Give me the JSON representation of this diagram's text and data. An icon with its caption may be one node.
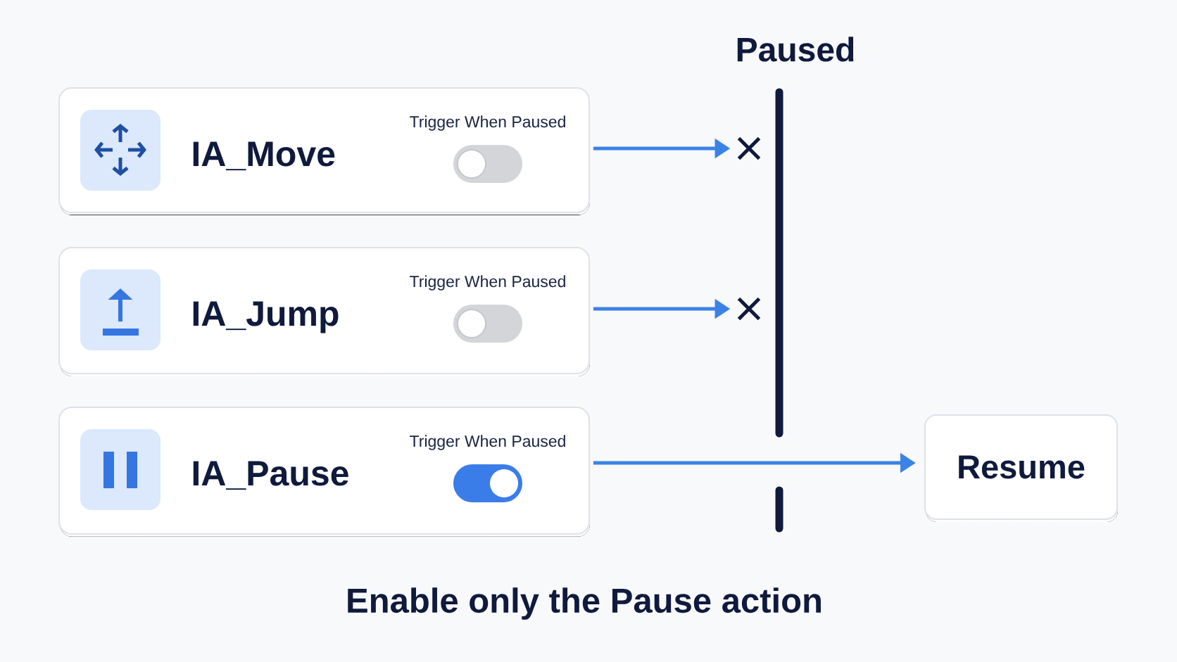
{
  "diagram": {
    "caption": "Enable only the Pause action",
    "nodes": [
      {
        "text": [
          "IA_Move",
          "Trigger When Paused"
        ]
      },
      {
        "text": [
          "IA_Jump",
          "Trigger When Paused"
        ]
      },
      {
        "text": [
          "IA_Pause",
          "Trigger When Paused"
        ]
      },
      {
        "text": [],
        "shape": "cross"
      },
      {
        "text": [],
        "shape": "cross"
      },
      {
        "text": [
          "Resume"
        ]
      }
    ],
    "edges": [
      {
        "from": 0,
        "to": 3,
        "arrow": "to"
      },
      {
        "from": 1,
        "to": 4,
        "arrow": "to"
      },
      {
        "from": 2,
        "to": 5,
        "arrow": "to"
      }
    ],
    "labels": [
      "Paused"
    ]
  }
}
